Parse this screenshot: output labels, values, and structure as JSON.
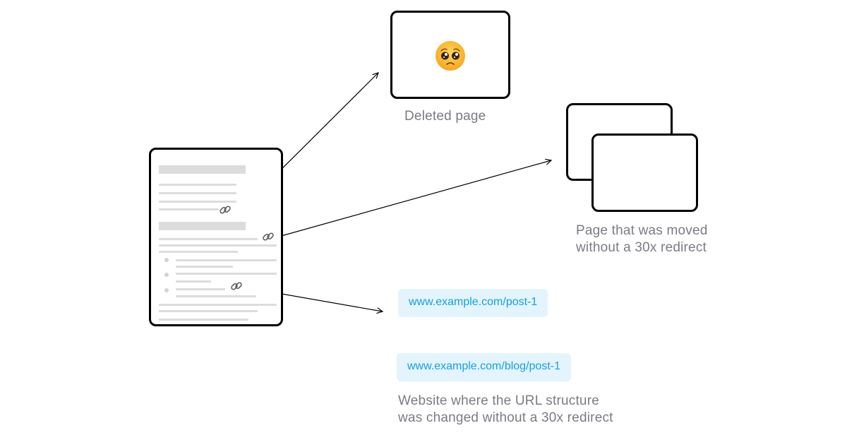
{
  "deleted_page": {
    "caption": "Deleted page",
    "icon": "pleading-face-icon"
  },
  "moved_page": {
    "caption": "Page that was moved\nwithout a 30x redirect"
  },
  "url_change": {
    "old_url": "www.example.com/post-1",
    "new_url": "www.example.com/blog/post-1",
    "caption": "Website where the URL structure\nwas changed without a 30x redirect"
  },
  "source_document": {
    "link_icons": [
      "link-icon",
      "link-icon",
      "link-icon"
    ]
  },
  "colors": {
    "caption": "#7b7b85",
    "url_text": "#14a0e2",
    "url_background": "#e3f4fd",
    "placeholder_text": "#dcdcdc",
    "outline": "#000000"
  }
}
